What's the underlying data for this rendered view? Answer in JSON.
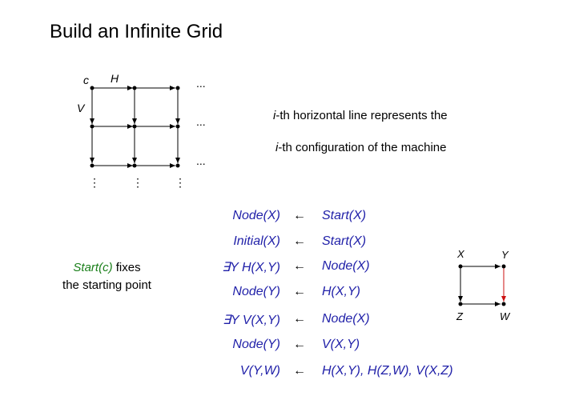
{
  "title": "Build an Infinite Grid",
  "grid": {
    "label_c": "c",
    "label_H": "H",
    "label_V": "V",
    "hdots": "...",
    "vdots": "⋮"
  },
  "note": {
    "line1_prefix": "i",
    "line1_text": "-th horizontal line represents the",
    "line2_prefix": "i",
    "line2_text": "-th configuration of the machine"
  },
  "rules": [
    {
      "lhs": "Node(X)",
      "arrow": "←",
      "rhs": "Start(X)"
    },
    {
      "lhs": "Initial(X)",
      "arrow": "←",
      "rhs": "Start(X)"
    },
    {
      "lhs": "∃Y H(X,Y)",
      "arrow": "←",
      "rhs": "Node(X)"
    },
    {
      "lhs": "Node(Y)",
      "arrow": "←",
      "rhs": "H(X,Y)"
    },
    {
      "lhs": "∃Y V(X,Y)",
      "arrow": "←",
      "rhs": "Node(X)"
    },
    {
      "lhs": "Node(Y)",
      "arrow": "←",
      "rhs": "V(X,Y)"
    },
    {
      "lhs": "V(Y,W)",
      "arrow": "←",
      "rhs": "H(X,Y), H(Z,W), V(X,Z)"
    }
  ],
  "side_note": {
    "start_term": "Start(c)",
    "fixes": " fixes",
    "line2": "the starting point"
  },
  "small_diagram": {
    "X": "X",
    "Y": "Y",
    "Z": "Z",
    "W": "W",
    "colors": {
      "highlight_edge": "#cc1111"
    }
  }
}
